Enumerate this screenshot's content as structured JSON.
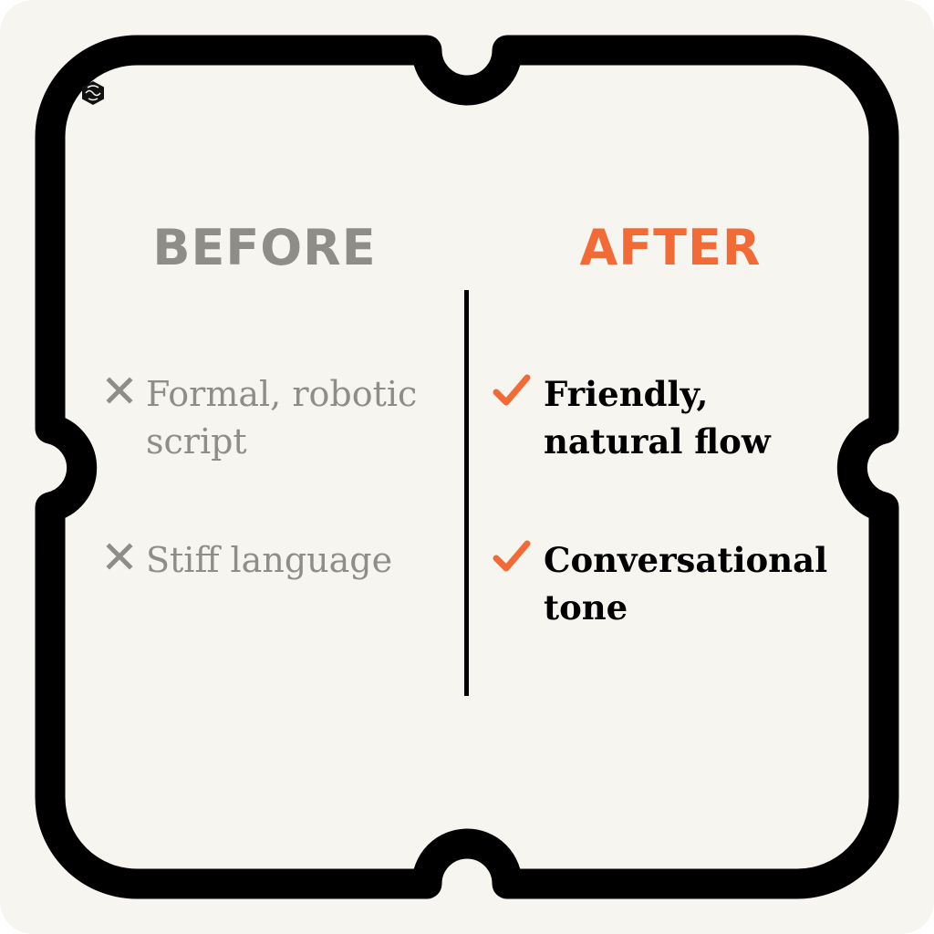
{
  "colors": {
    "background": "#f7f5f0",
    "frame": "#000000",
    "before_accent": "#8f8d89",
    "after_accent": "#f26b37",
    "after_text": "#000000"
  },
  "logo": {
    "icon": "cube-logo-icon"
  },
  "before": {
    "heading": "BEFORE",
    "icon": "x-mark-icon",
    "items": [
      {
        "label": "Formal, robotic script"
      },
      {
        "label": "Stiff language"
      }
    ]
  },
  "after": {
    "heading": "AFTER",
    "icon": "checkmark-icon",
    "items": [
      {
        "label": "Friendly, natural flow"
      },
      {
        "label": "Conversational tone"
      }
    ]
  }
}
